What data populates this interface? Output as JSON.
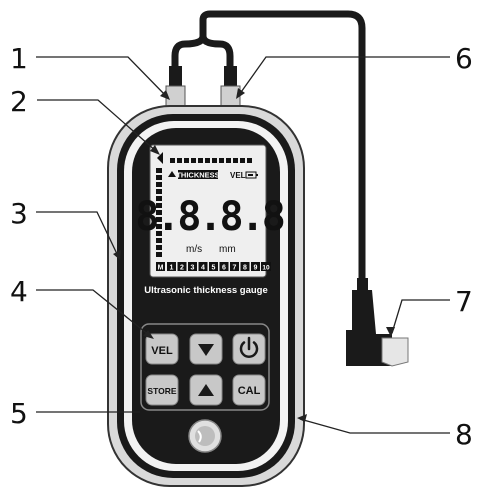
{
  "callouts": {
    "n1": "1",
    "n2": "2",
    "n3": "3",
    "n4": "4",
    "n5": "5",
    "n6": "6",
    "n7": "7",
    "n8": "8"
  },
  "lcd": {
    "thickness_label": "THICKNESS",
    "vel_label": "VEL",
    "digits": "8.8.8.8",
    "unit_velocity": "m/s",
    "unit_length": "mm",
    "scale_start": "M",
    "scale": [
      "1",
      "2",
      "3",
      "4",
      "5",
      "6",
      "7",
      "8",
      "9",
      "10"
    ]
  },
  "device": {
    "name": "Ultrasonic thickness gauge"
  },
  "buttons": {
    "vel": "VEL",
    "store": "STORE",
    "cal": "CAL"
  },
  "icons": {
    "power": "power-icon",
    "down": "down-triangle-icon",
    "up": "up-triangle-icon",
    "battery": "battery-icon"
  },
  "colors": {
    "body_dark": "#1a1a1a",
    "body_light": "#d9d9d9",
    "lcd_bg": "#efefef",
    "button_face": "#c8c8c8"
  }
}
